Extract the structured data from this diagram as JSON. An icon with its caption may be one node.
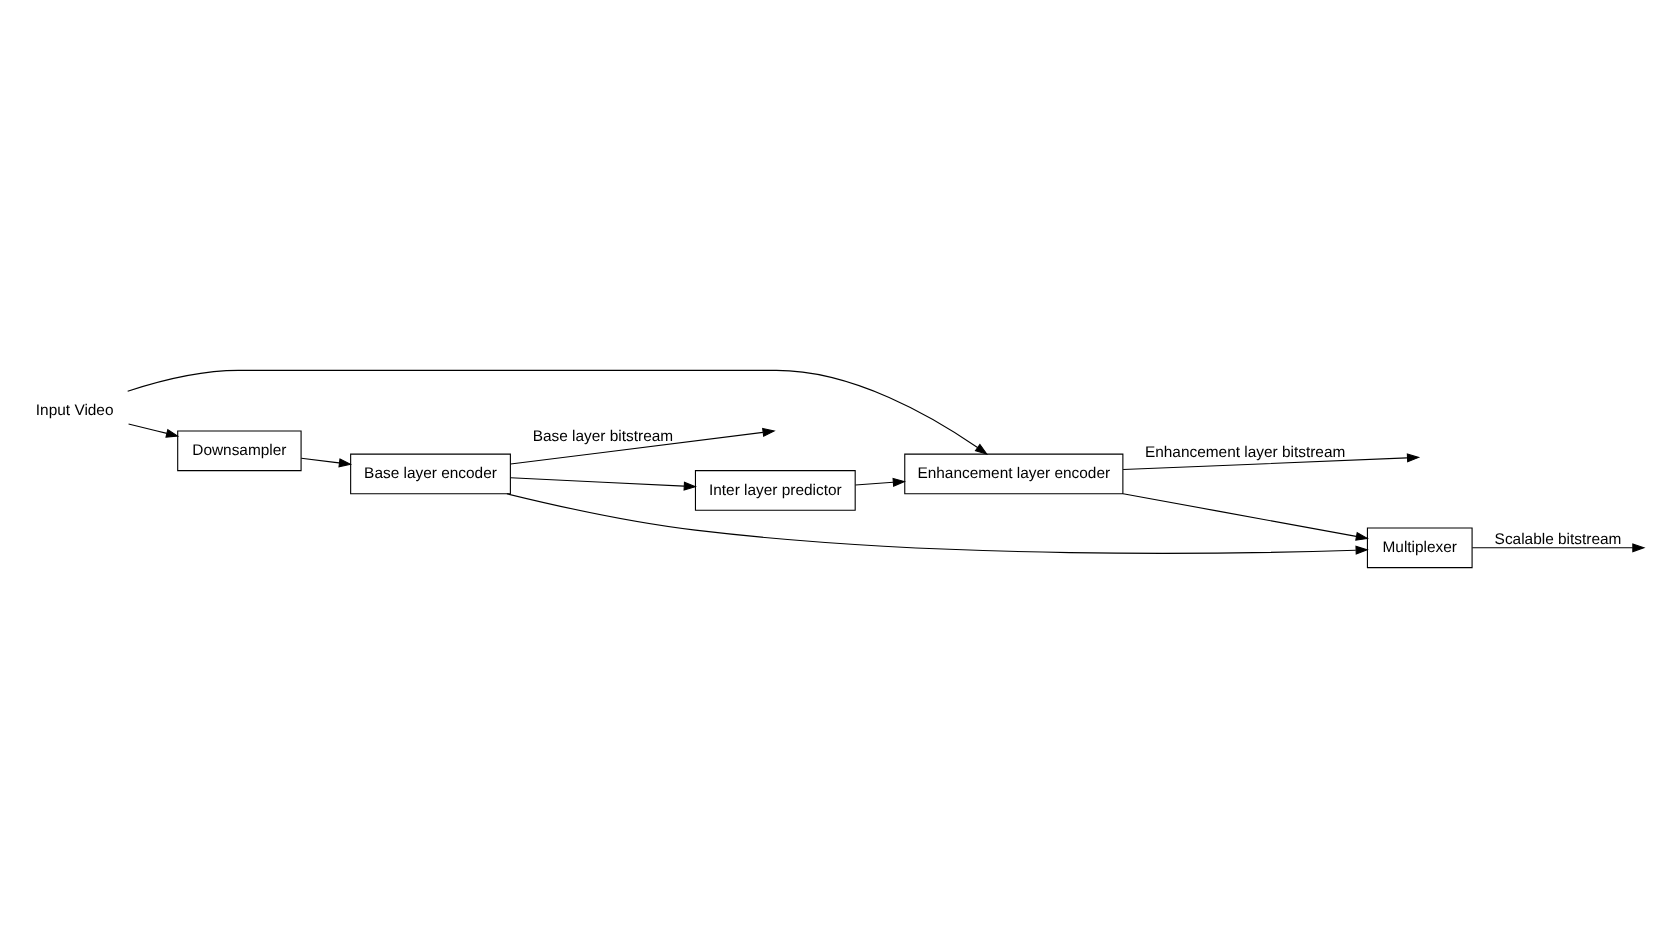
{
  "diagram": {
    "nodes": [
      {
        "text": [
          "Input Video"
        ]
      },
      {
        "text": [
          "Enhancement layer encoder"
        ]
      },
      {
        "text": [
          "Downsampler"
        ]
      },
      {
        "text": [
          "Inter layer predictor"
        ]
      },
      {
        "text": [
          "Base layer encoder"
        ]
      },
      {
        "text": [
          "Multiplexer"
        ]
      }
    ],
    "edges": [
      {
        "from": 0,
        "to": 1,
        "arrow": "to"
      },
      {
        "from": 0,
        "to": 2,
        "arrow": "to"
      },
      {
        "from": 2,
        "to": 4,
        "arrow": "to"
      },
      {
        "from": 4,
        "to": 3,
        "arrow": "to"
      },
      {
        "from": 3,
        "to": 1,
        "arrow": "to"
      },
      {
        "from": 1,
        "to": null,
        "arrow": "to",
        "label": "Enhancement layer bitstream"
      },
      {
        "from": 1,
        "to": 5,
        "arrow": "to"
      },
      {
        "from": 4,
        "to": null,
        "arrow": "to",
        "label": "Base layer bitstream"
      },
      {
        "from": 4,
        "to": 5,
        "arrow": "to"
      },
      {
        "from": 5,
        "to": null,
        "arrow": "to",
        "label": "Scalable bitstream"
      }
    ]
  }
}
